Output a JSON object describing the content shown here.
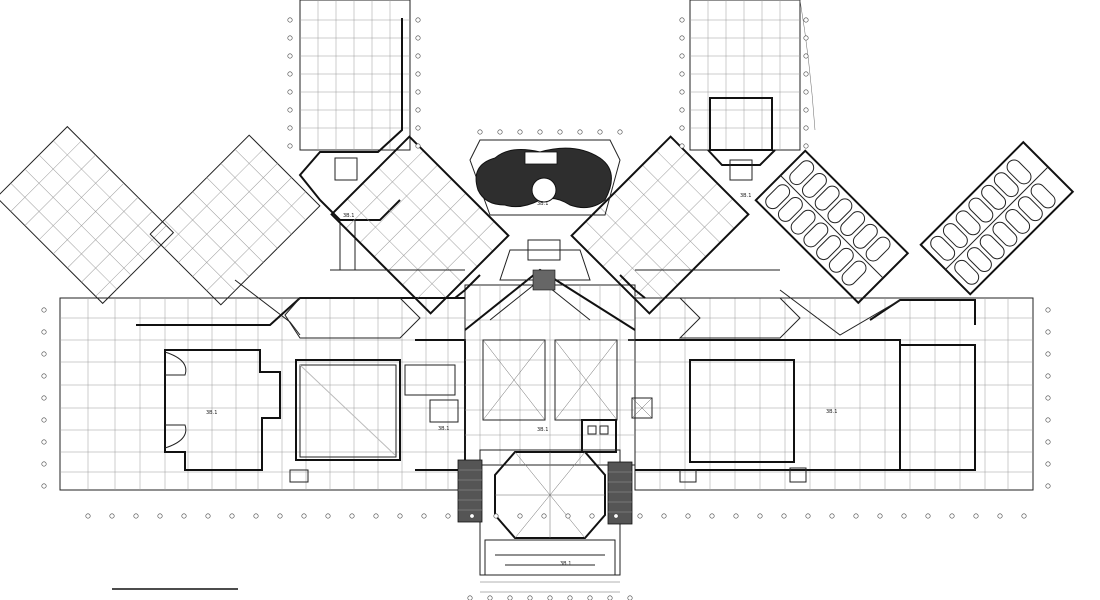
{
  "drawing": {
    "title": "",
    "room_labels": [
      "3B.1",
      "3B.1",
      "3B.1",
      "3B.1",
      "3B.1",
      "3B.1",
      "3B.1",
      "3B.1"
    ]
  },
  "colors": {
    "line": "#222222",
    "grid": "#9a9a9a",
    "pool_fill": "#2e2e2e",
    "background": "#ffffff"
  }
}
